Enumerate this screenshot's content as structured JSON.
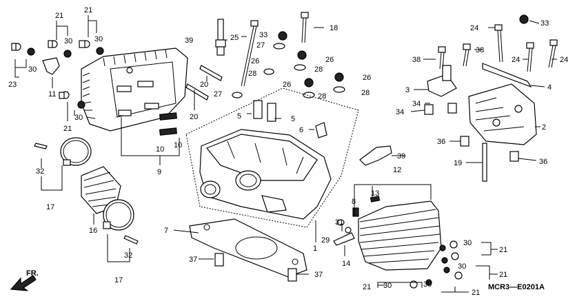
{
  "diagram": {
    "code": "MCR3—E0201A",
    "front_label": "FR.",
    "callouts": [
      "21",
      "30",
      "21",
      "30",
      "33",
      "39",
      "25",
      "18",
      "27",
      "26",
      "28",
      "26",
      "28",
      "26",
      "28",
      "26",
      "28",
      "23",
      "30",
      "11",
      "21",
      "30",
      "20",
      "27",
      "20",
      "5",
      "5",
      "6",
      "10",
      "10",
      "9",
      "32",
      "17",
      "16",
      "7",
      "37",
      "1",
      "29",
      "31",
      "8",
      "13",
      "12",
      "14",
      "39",
      "32",
      "17",
      "37",
      "30",
      "21",
      "30",
      "21",
      "21",
      "30",
      "30",
      "21",
      "33",
      "24",
      "38",
      "38",
      "24",
      "24",
      "3",
      "4",
      "34",
      "34",
      "2",
      "36",
      "19",
      "36"
    ]
  }
}
